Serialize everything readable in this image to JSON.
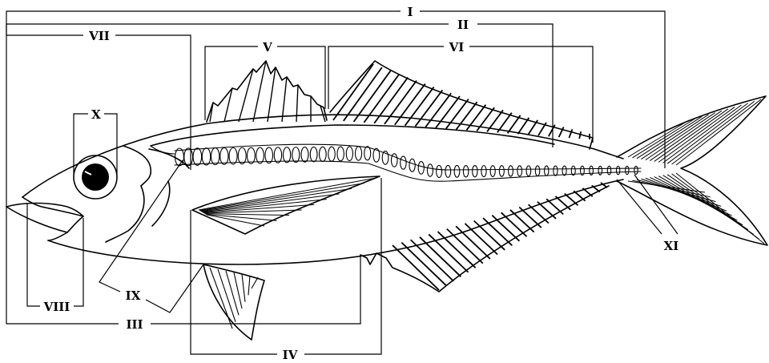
{
  "diagram": {
    "labels": {
      "I": "I",
      "II": "II",
      "III": "III",
      "IV": "IV",
      "V": "V",
      "VI": "VI",
      "VII": "VII",
      "VIII": "VIII",
      "IX": "IX",
      "X": "X",
      "XI": "XI"
    }
  }
}
